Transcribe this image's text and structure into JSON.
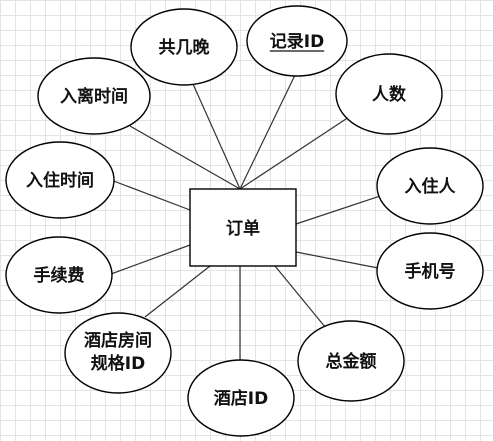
{
  "entity": {
    "label": "订单"
  },
  "attributes": [
    {
      "id": "nights",
      "lines": [
        "共几晚"
      ]
    },
    {
      "id": "record-id",
      "lines": [
        "记录ID"
      ],
      "key": true
    },
    {
      "id": "people-count",
      "lines": [
        "人数"
      ]
    },
    {
      "id": "checkout-time",
      "lines": [
        "入离时间"
      ]
    },
    {
      "id": "checkin-time",
      "lines": [
        "入住时间"
      ]
    },
    {
      "id": "guest",
      "lines": [
        "入住人"
      ]
    },
    {
      "id": "fee",
      "lines": [
        "手续费"
      ]
    },
    {
      "id": "phone",
      "lines": [
        "手机号"
      ]
    },
    {
      "id": "room-spec-id",
      "lines": [
        "酒店房间",
        "规格ID"
      ]
    },
    {
      "id": "total-amount",
      "lines": [
        "总金额"
      ]
    },
    {
      "id": "hotel-id",
      "lines": [
        "酒店ID"
      ]
    }
  ]
}
